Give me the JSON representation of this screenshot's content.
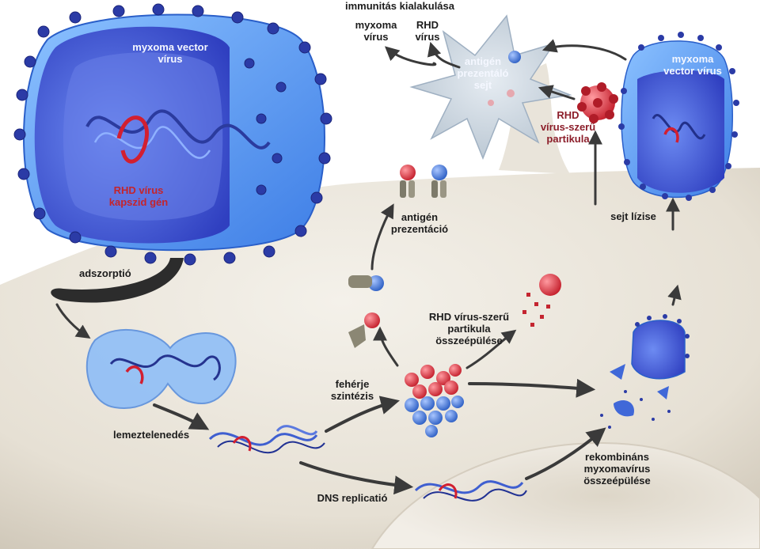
{
  "labels": {
    "immunity_title": "immunitás kialakulása",
    "myxoma_virus": "myxoma\nvírus",
    "rhd_virus": "RHD\nvírus",
    "antigen_presenting_cell": "antigén\nprezentáló\nsejt",
    "myxoma_vector_virus_large": "myxoma vector\nvírus",
    "myxoma_vector_virus_small": "myxoma\nvector vírus",
    "rhd_vlp": "RHD\nvírus-szerű\npartikula",
    "rhd_capsid_gene": "RHD vírus\nkapszid gén",
    "antigen_presentation": "antigén\nprezentáció",
    "cell_lysis": "sejt lízise",
    "adsorption": "adszorptió",
    "rhd_vlp_assembly": "RHD vírus-szerű\npartikula\nösszeépülése",
    "protein_synthesis": "fehérje\nszintézis",
    "uncoating": "lemeztelenedés",
    "dna_replication": "DNS replicatió",
    "recombinant_assembly": "rekombináns\nmyxomavírus\nösszeépülése"
  },
  "colors": {
    "virus_blue": "#3b5fd9",
    "capsid_red": "#d21f30",
    "cell_beige": "#e7e2d8",
    "background": "#ffffff"
  }
}
